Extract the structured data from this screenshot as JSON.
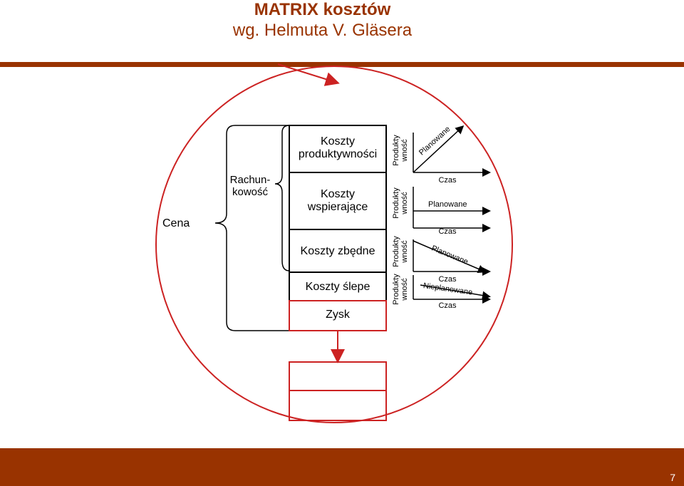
{
  "title": {
    "line1": "MATRIX kosztów",
    "line2": "wg. Helmuta V. Gläsera"
  },
  "labels": {
    "cena": "Cena",
    "rachunkowosc": "Rachun-\nkowość"
  },
  "boxes": [
    {
      "label": "Koszty\nproduktywności"
    },
    {
      "label": "Koszty\nwspierające"
    },
    {
      "label": "Koszty zbędne"
    },
    {
      "label": "Koszty ślepe"
    },
    {
      "label": "Zysk"
    }
  ],
  "mini_charts": [
    {
      "y_axis": "Produkty\nwność",
      "line_label": "Planowane",
      "x_axis": "Czas"
    },
    {
      "y_axis": "Produkty\nwność",
      "line_label": "Planowane",
      "x_axis": "Czas"
    },
    {
      "y_axis": "Produkty\nwność",
      "line_label": "Planowane",
      "x_axis": "Czas"
    },
    {
      "y_axis": "Produkty\nwność",
      "line_label": "Nieplanowane",
      "x_axis": "Czas"
    }
  ],
  "page_number": "7",
  "colors": {
    "brand": "#993300",
    "accent_red": "#cc2222"
  }
}
